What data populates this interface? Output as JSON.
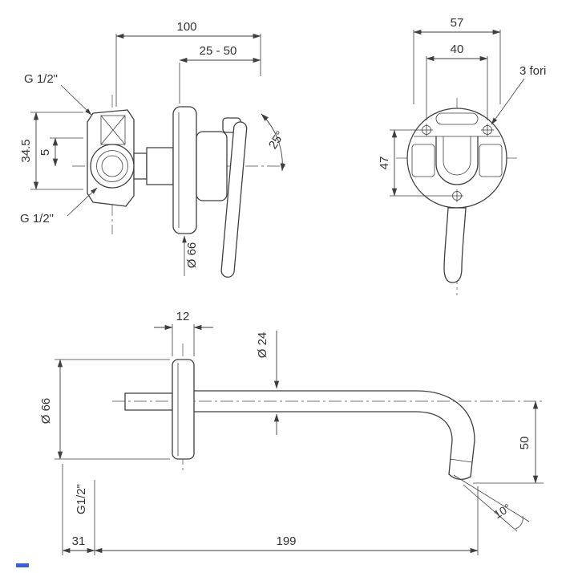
{
  "drawing_colors": {
    "line": "#3f3f3f",
    "accent": "#3a5fd9",
    "background": "#ffffff"
  },
  "views": {
    "mixer_side": {
      "dim_width": "100",
      "dim_depth_range": "25 - 50",
      "thread_top": "G 1/2\"",
      "thread_bottom": "G 1/2\"",
      "dim_height": "34.5",
      "dim_offset": "5",
      "handle_angle": "25°",
      "flange_diameter": "Ø 66"
    },
    "mixer_front": {
      "dim_width": "57",
      "dim_hole_spacing": "40",
      "holes_note": "3 fori",
      "dim_hole_height": "47"
    },
    "spout_side": {
      "flange_thickness": "12",
      "tube_diameter": "Ø 24",
      "flange_diameter": "Ø 66",
      "thread": "G1/2\"",
      "dim_inlet": "31",
      "dim_projection": "199",
      "dim_drop": "50",
      "outlet_angle": "10°"
    }
  }
}
